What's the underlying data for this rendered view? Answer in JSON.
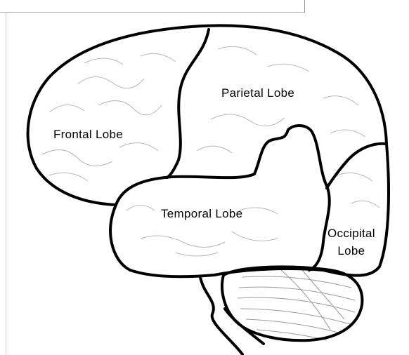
{
  "diagram": {
    "lobes": {
      "frontal": "Frontal Lobe",
      "parietal": "Parietal Lobe",
      "temporal": "Temporal Lobe",
      "occipital_line1": "Occipital",
      "occipital_line2": "Lobe"
    }
  }
}
